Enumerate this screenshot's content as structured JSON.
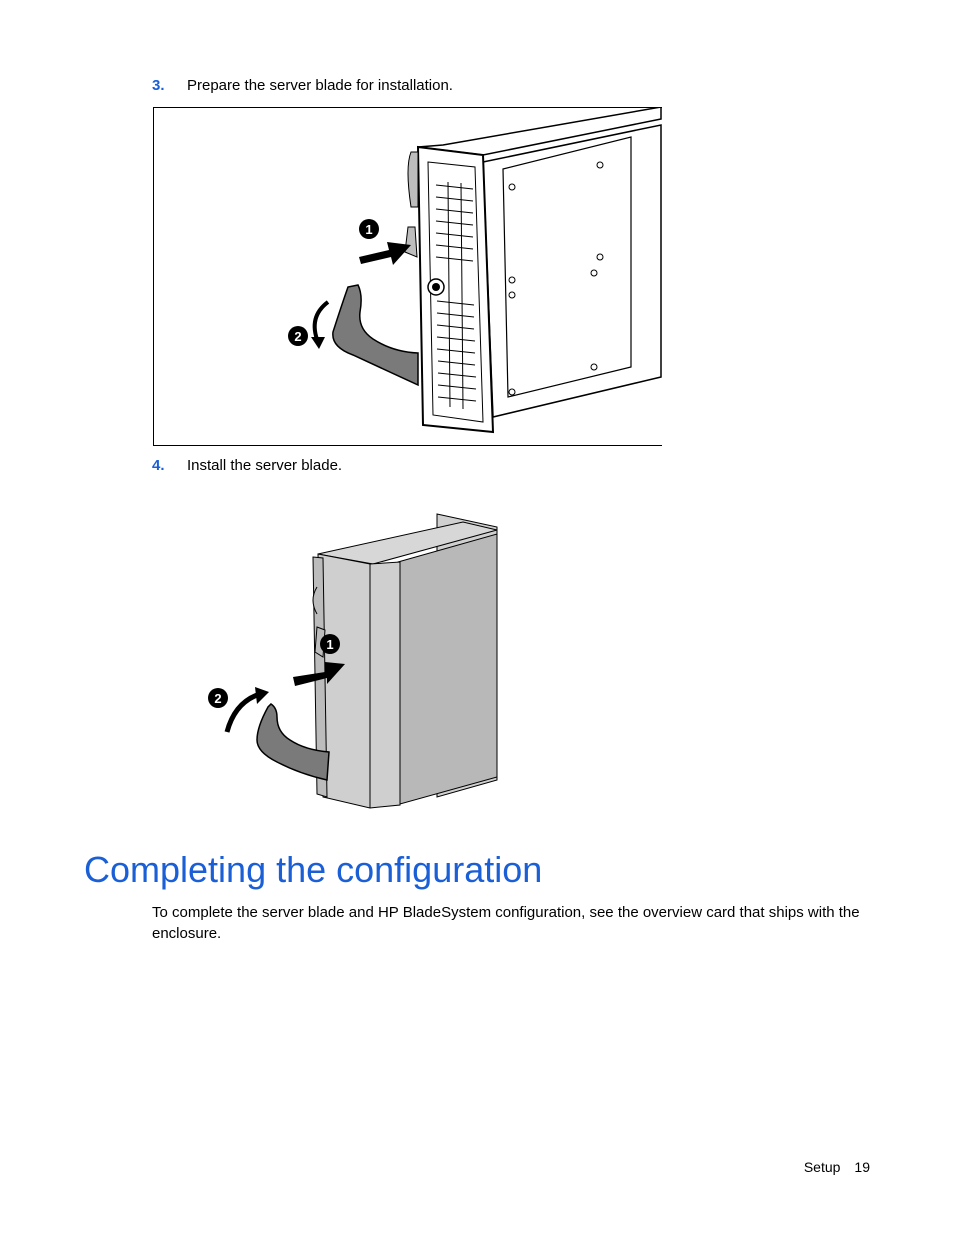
{
  "steps": [
    {
      "number": "3.",
      "text": "Prepare the server blade for installation."
    },
    {
      "number": "4.",
      "text": "Install the server blade."
    }
  ],
  "figures": {
    "fig1_callouts": [
      "1",
      "2"
    ],
    "fig2_callouts": [
      "1",
      "2"
    ]
  },
  "section": {
    "heading": "Completing the configuration",
    "body": "To complete the server blade and HP BladeSystem configuration, see the overview card that ships with the enclosure."
  },
  "footer": {
    "section": "Setup",
    "page": "19"
  },
  "colors": {
    "accent": "#1a5fd6"
  }
}
